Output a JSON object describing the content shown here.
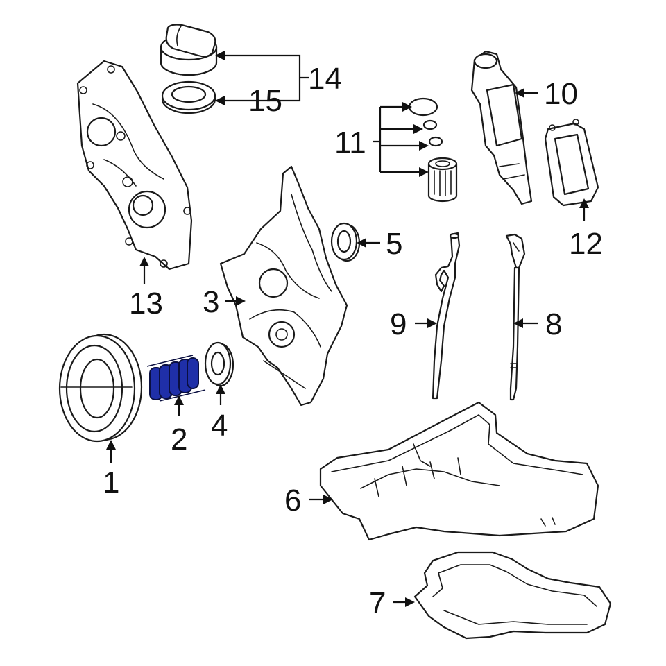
{
  "diagram": {
    "highlight_color": "#1f2fa8",
    "highlighted_part": "2",
    "parts": [
      {
        "id": "p1",
        "label": "1"
      },
      {
        "id": "p2",
        "label": "2"
      },
      {
        "id": "p3",
        "label": "3"
      },
      {
        "id": "p4",
        "label": "4"
      },
      {
        "id": "p5",
        "label": "5"
      },
      {
        "id": "p6",
        "label": "6"
      },
      {
        "id": "p7",
        "label": "7"
      },
      {
        "id": "p8",
        "label": "8"
      },
      {
        "id": "p9",
        "label": "9"
      },
      {
        "id": "p10",
        "label": "10"
      },
      {
        "id": "p11",
        "label": "11"
      },
      {
        "id": "p12",
        "label": "12"
      },
      {
        "id": "p13",
        "label": "13"
      },
      {
        "id": "p14",
        "label": "14"
      },
      {
        "id": "p15",
        "label": "15"
      }
    ]
  }
}
